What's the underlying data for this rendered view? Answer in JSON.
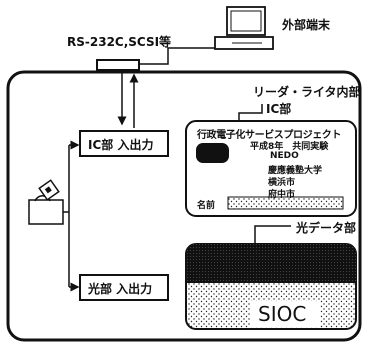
{
  "diagram": {
    "interface_label": "RS-232C,SCSI等",
    "external_terminal_label": "外部端末",
    "reader_writer_label": "リーダ・ライタ内部",
    "ic_section_label": "IC部",
    "ic_io_label": "IC部 入出力",
    "optical_io_label": "光部 入出力",
    "optical_data_label": "光データ部",
    "card": {
      "title": "行政電子化サービスプロジェクト",
      "year_line": "平成8年　共同実験",
      "org_1": "NEDO",
      "org_2": "慶應義塾大学",
      "org_3": "横浜市",
      "org_4": "府中市",
      "name_label": "名前"
    },
    "sioc_label": "SIOC"
  }
}
